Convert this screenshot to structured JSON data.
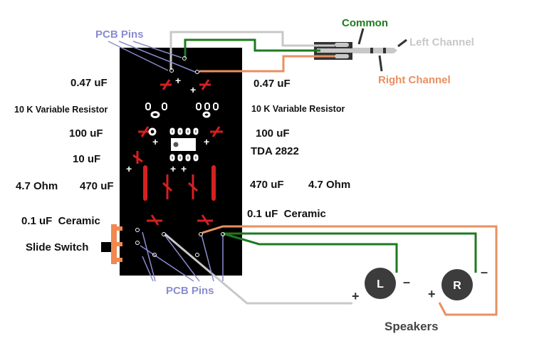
{
  "labels": {
    "pcb_pins_top": "PCB Pins",
    "pcb_pins_bottom": "PCB Pins",
    "common": "Common",
    "left_channel": "Left Channel",
    "right_channel": "Right Channel",
    "left": {
      "cap_047": "0.47 uF",
      "var_res": "10 K Variable Resistor",
      "cap_100": "100 uF",
      "cap_10": "10 uF",
      "res_47": "4.7 Ohm",
      "cap_470": "470 uF",
      "ceramic": "0.1 uF  Ceramic",
      "slide_switch": "Slide Switch"
    },
    "right": {
      "cap_047": "0.47 uF",
      "var_res": "10 K Variable Resistor",
      "cap_100": "100 uF",
      "ic": "TDA 2822",
      "cap_470": "470 uF",
      "res_47": "4.7 Ohm",
      "ceramic": "0.1 uF  Ceramic"
    },
    "speaker_left": "L",
    "speaker_right": "R",
    "speakers": "Speakers",
    "plus": "+",
    "minus": "–"
  },
  "colors": {
    "board": "#000000",
    "common_wire": "#1e7a1e",
    "left_wire": "#c8c8c8",
    "right_wire": "#e89060",
    "pcb_label": "#8a8cd0",
    "component": "#d42020",
    "speaker": "#3c3c3c"
  }
}
